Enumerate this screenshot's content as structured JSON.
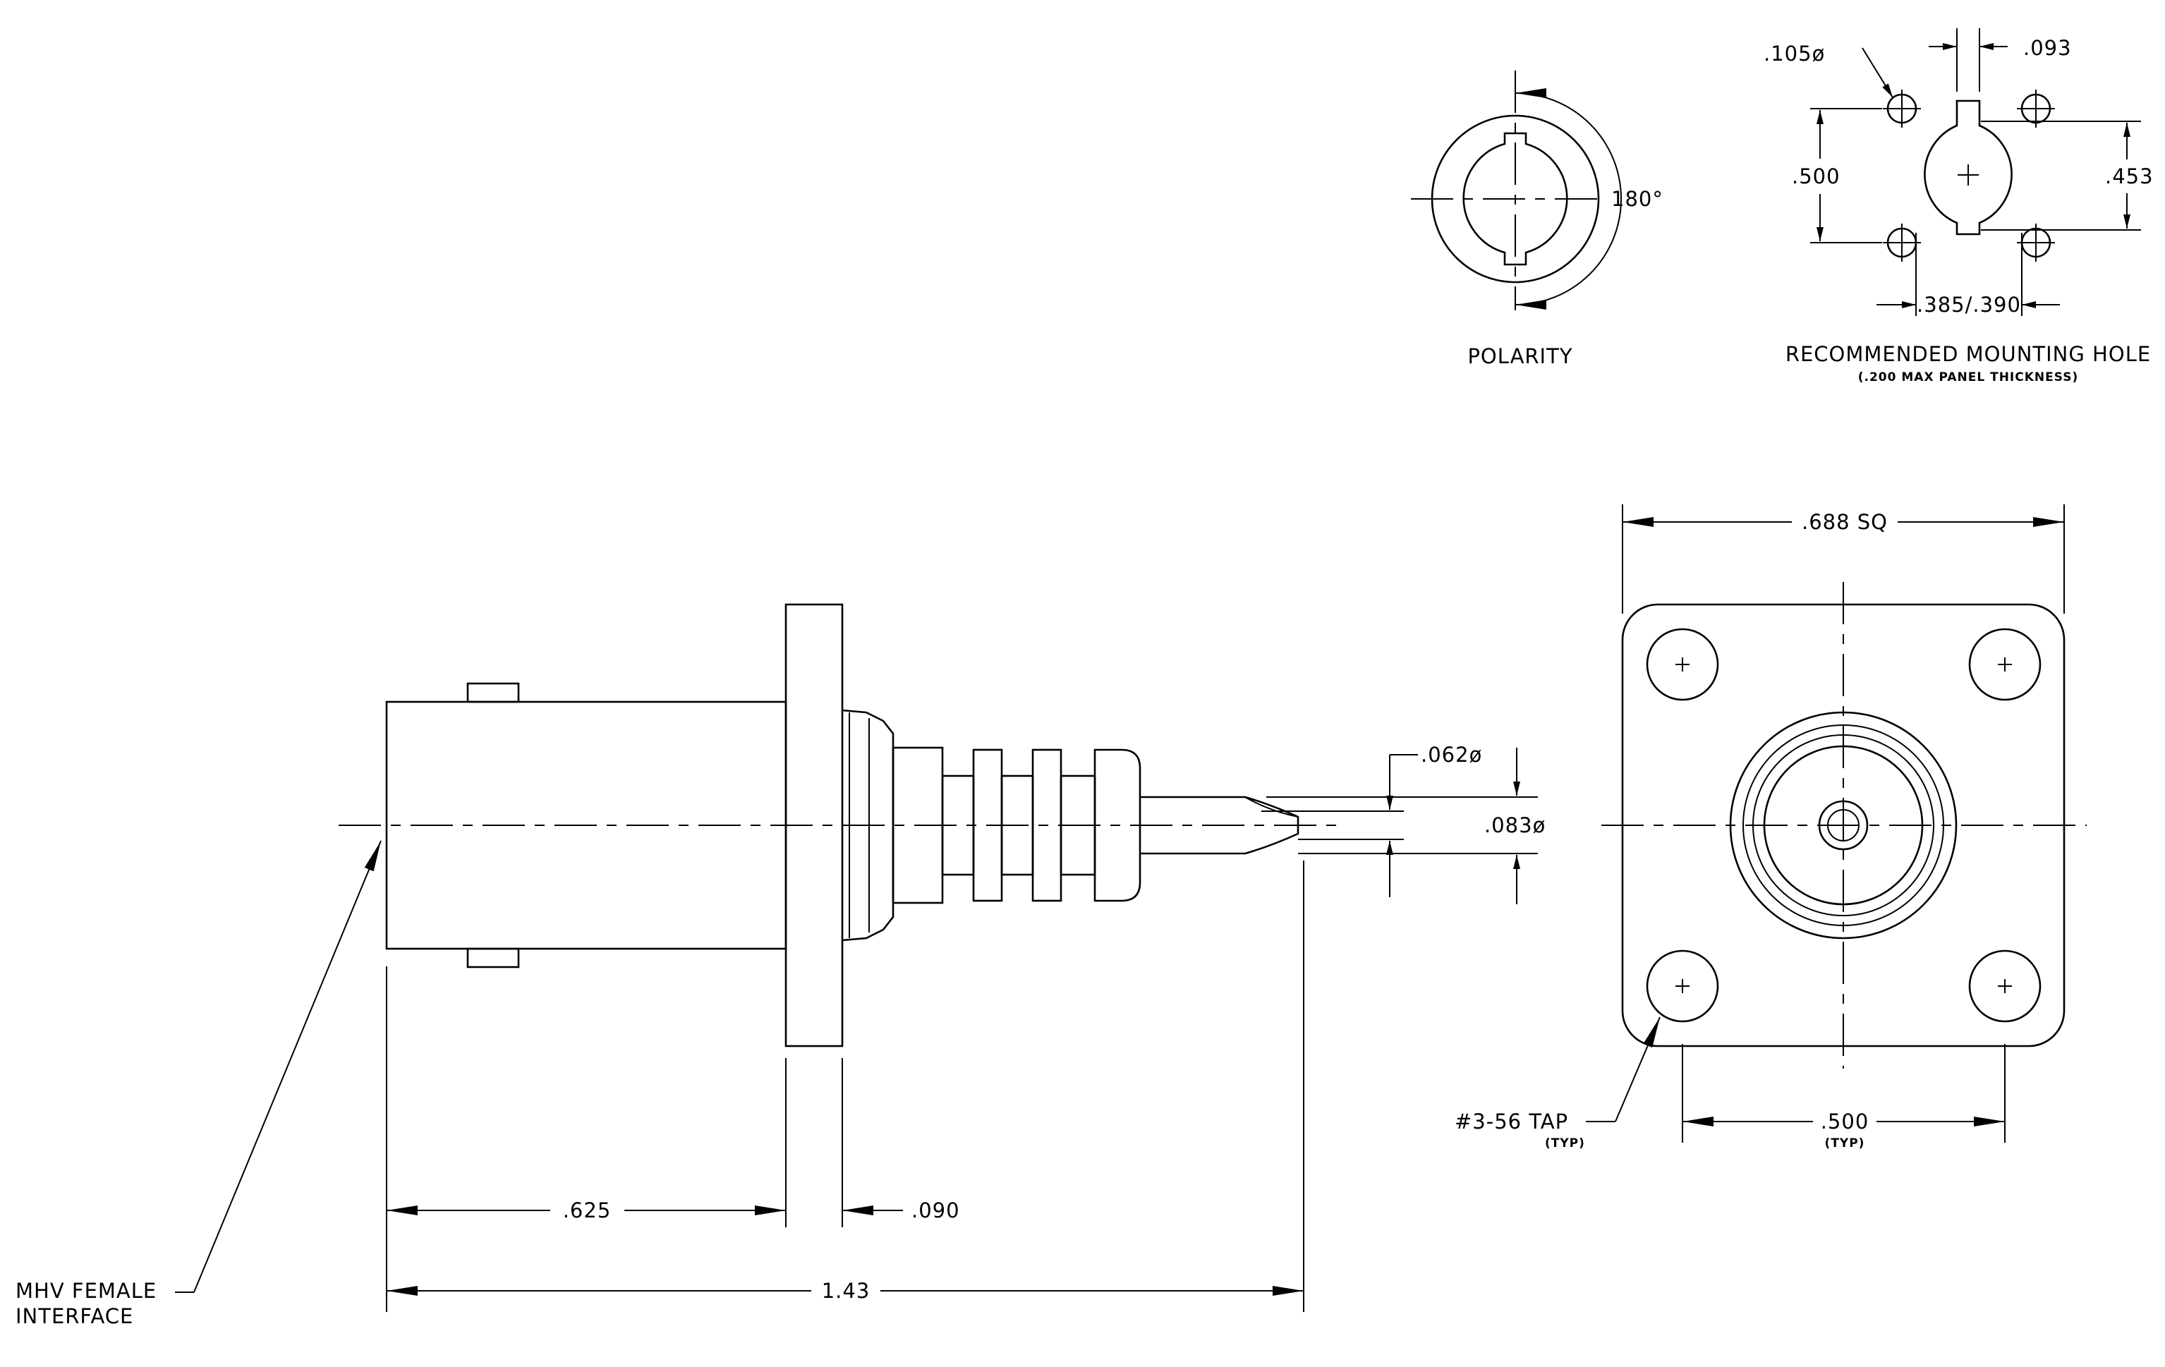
{
  "views": {
    "polarity": {
      "title": "POLARITY",
      "angle": "180°"
    },
    "mounting_hole": {
      "title": "RECOMMENDED MOUNTING HOLE",
      "subtitle": "(.200 MAX PANEL THICKNESS)",
      "hole_dia": ".105ø",
      "key_width": ".093",
      "height_left": ".500",
      "height_right": ".453",
      "bore_width": ".385/.390"
    },
    "side": {
      "pin_dia": ".062ø",
      "shaft_dia": ".083ø",
      "body_len": ".625",
      "flange_thk": ".090",
      "overall_len": "1.43",
      "interface_label_1": "MHV FEMALE",
      "interface_label_2": "INTERFACE"
    },
    "front": {
      "flange_size": ".688 SQ",
      "tap": "#3-56 TAP",
      "tap_note": "(TYP)",
      "spacing": ".500",
      "spacing_note": "(TYP)"
    }
  }
}
